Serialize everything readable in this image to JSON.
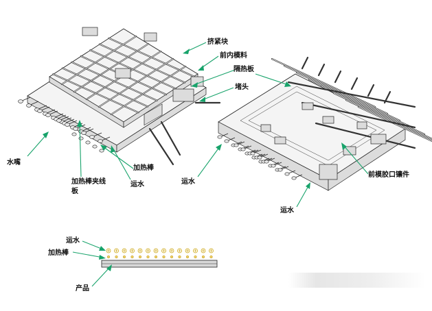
{
  "labels": {
    "clamp_block": "挤紧块",
    "front_mold_insert": "前内模料",
    "heat_shield": "隔热板",
    "plug": "堵头",
    "water_nozzle": "水嘴",
    "heater_clamp_plate": "加热棒夹线板",
    "heating_rod_left": "加热棒",
    "cooling_water_left": "运水",
    "cooling_water_mid": "运水",
    "front_gate_insert": "前模胶口镶件",
    "cooling_water_bottom": "运水",
    "section_cooling_water": "运水",
    "section_heating_rod": "加热棒",
    "product": "产品"
  },
  "colors": {
    "leader": "#18a36b",
    "line": "#222222"
  }
}
